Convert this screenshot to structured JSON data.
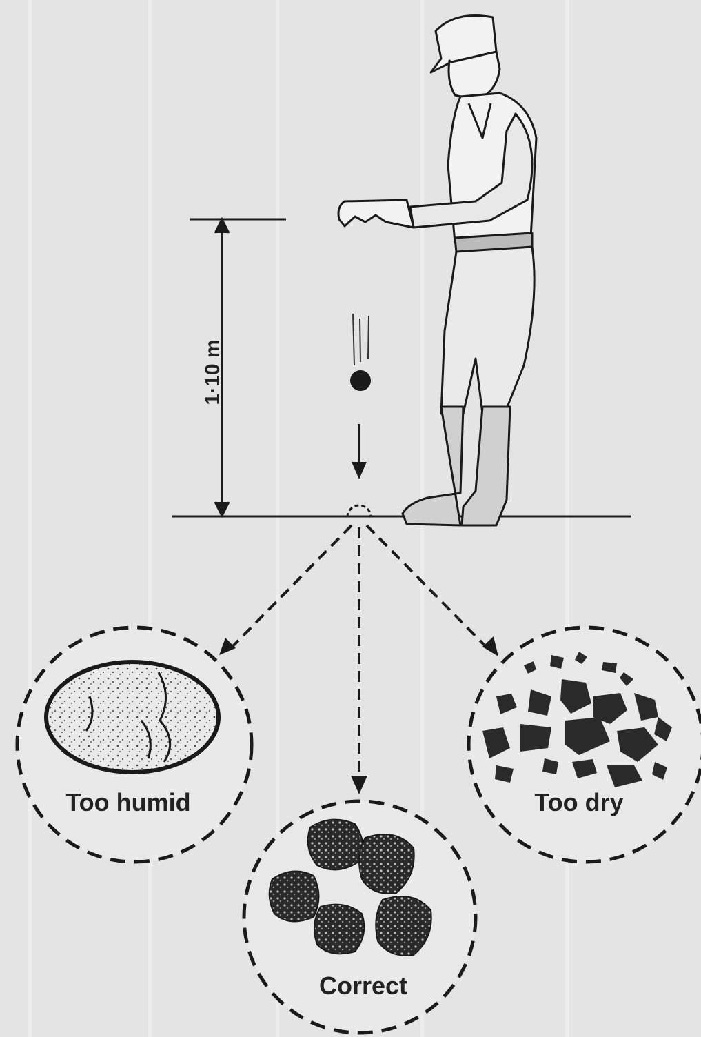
{
  "diagram": {
    "height_label": "1·10 m",
    "outcomes": {
      "humid": "Too humid",
      "correct": "Correct",
      "dry": "Too dry"
    }
  },
  "colors": {
    "background": "#e4e4e4",
    "ink": "#1a1a1a",
    "texture": "#555555"
  }
}
